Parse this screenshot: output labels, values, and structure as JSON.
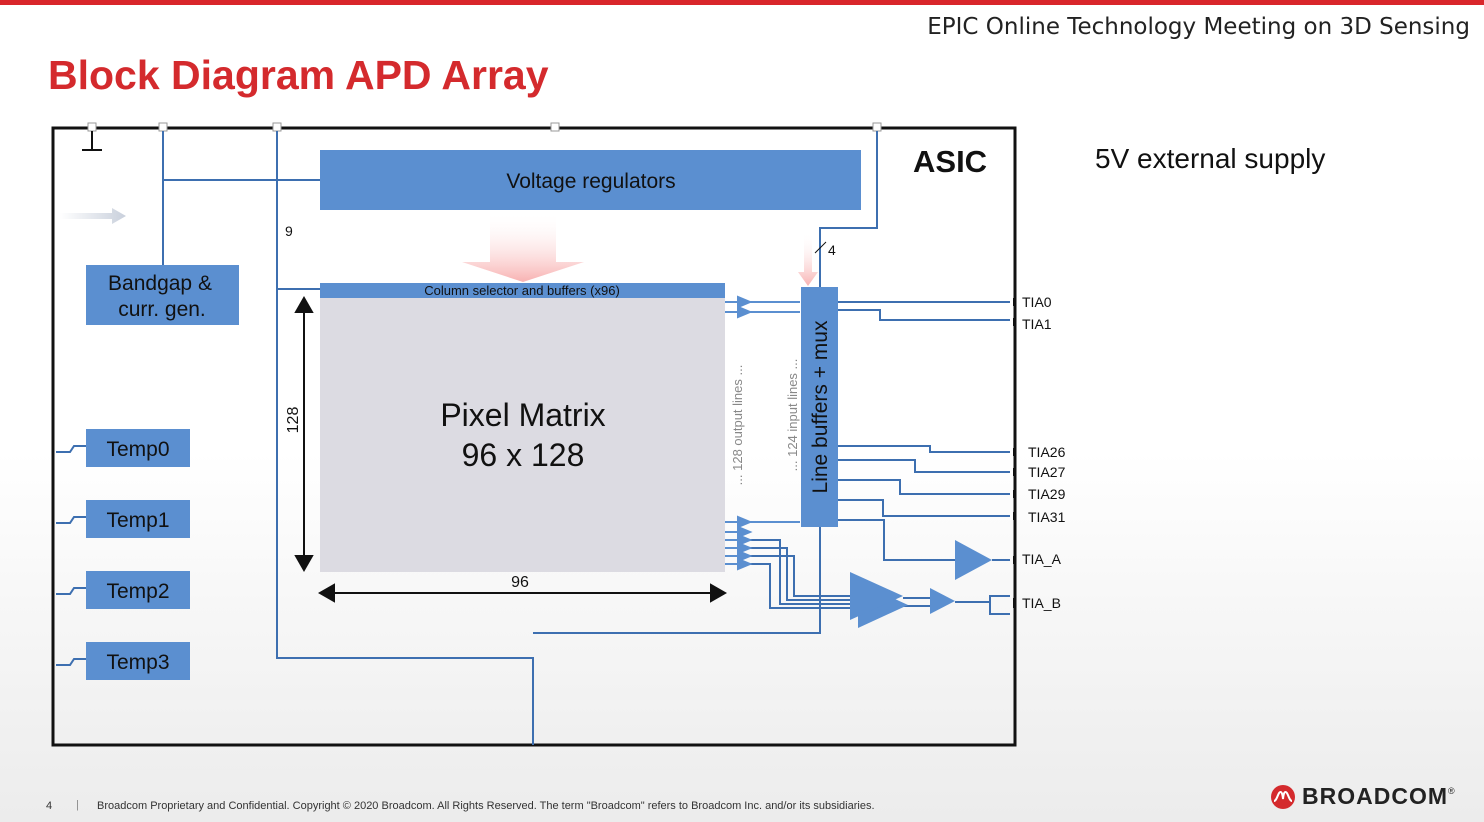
{
  "header": {
    "meeting": "EPIC Online Technology Meeting on 3D Sensing",
    "title": "Block Diagram APD Array",
    "external_supply": "5V external supply"
  },
  "diagram": {
    "asic_label": "ASIC",
    "voltage_regulators": "Voltage regulators",
    "bandgap_line1": "Bandgap &",
    "bandgap_line2": "curr. gen.",
    "column_selector": "Column selector and buffers (x96)",
    "pixel_matrix_line1": "Pixel Matrix",
    "pixel_matrix_line2": "96 x 128",
    "rows_label": "128",
    "cols_label": "96",
    "bus_9": "9",
    "bus_4": "4",
    "output_lines": "... 128 output lines ...",
    "input_lines": "... 124 input lines ...",
    "line_buffers": "Line buffers + mux",
    "temps": [
      "Temp0",
      "Temp1",
      "Temp2",
      "Temp3"
    ],
    "tia_top": [
      "TIA0",
      "TIA1"
    ],
    "tia_bottom": [
      "TIA26",
      "TIA27",
      "TIA29",
      "TIA31"
    ],
    "tia_a": "TIA_A",
    "tia_b": "TIA_B"
  },
  "footer": {
    "page": "4",
    "separator": "|",
    "text": "Broadcom Proprietary and Confidential.  Copyright © 2020 Broadcom.  All Rights Reserved. The term \"Broadcom\" refers to Broadcom Inc. and/or its subsidiaries.",
    "brand": "BROADCOM",
    "reg": "®"
  },
  "colors": {
    "accent_red": "#d42a2d",
    "block_blue": "#5b8fd0",
    "wire_blue": "#3d6fb0",
    "matrix_gray": "#dcdbe2"
  }
}
